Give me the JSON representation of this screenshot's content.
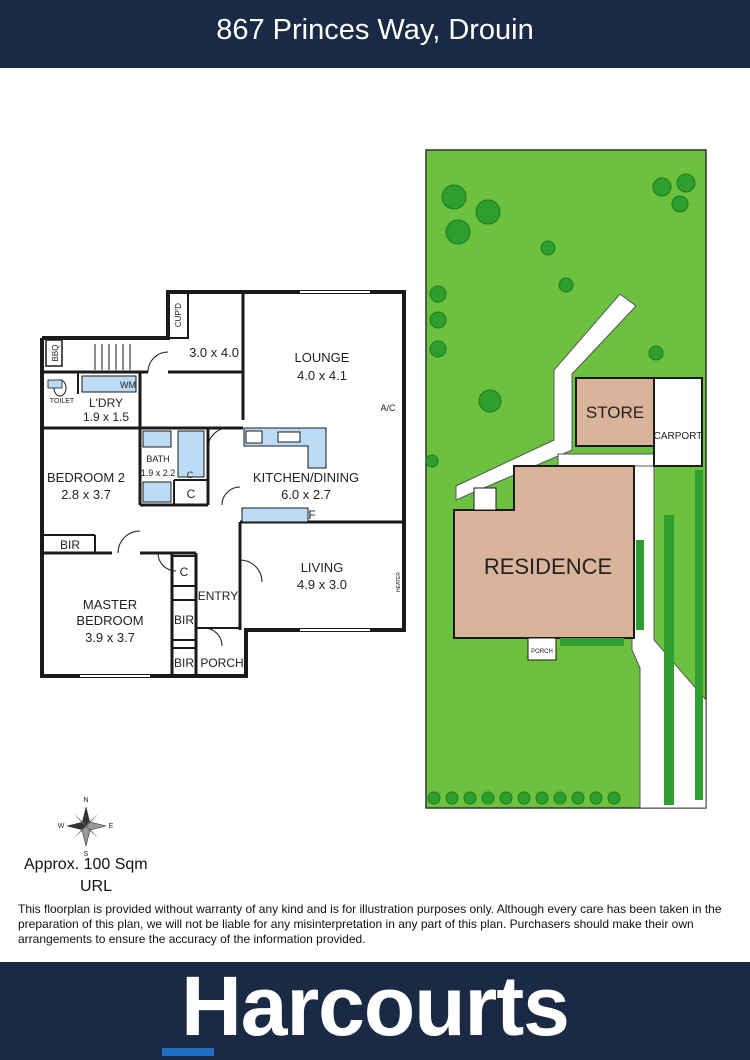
{
  "header": {
    "title": "867 Princes Way, Drouin"
  },
  "floorplan": {
    "rooms": {
      "lounge_name": "LOUNGE",
      "lounge_size": "4.0 x 4.1",
      "room_size": "3.0 x 4.0",
      "laundry_name": "L'DRY",
      "laundry_size": "1.9 x 1.5",
      "bath_name": "BATH",
      "bath_size": "1.9 x 2.2",
      "kitchen_name": "KITCHEN/DINING",
      "kitchen_size": "6.0 x 2.7",
      "bedroom2_name": "BEDROOM 2",
      "bedroom2_size": "2.8 x 3.7",
      "living_name": "LIVING",
      "living_size": "4.9 x 3.0",
      "master_name1": "MASTER",
      "master_name2": "BEDROOM",
      "master_size": "3.9 x 3.7",
      "entry": "ENTRY",
      "porch": "PORCH"
    },
    "fixtures": {
      "bbq": "BBQ",
      "cupd": "CUP'D",
      "toilet": "TOILET",
      "wm": "WM",
      "ac": "A/C",
      "c": "C",
      "f": "F",
      "bir": "BIR",
      "heater": "HEATER"
    }
  },
  "siteplan": {
    "store": "STORE",
    "carport": "CARPORT",
    "residence": "RESIDENCE",
    "porch": "PORCH"
  },
  "compass": {
    "n": "N",
    "s": "S",
    "e": "E",
    "w": "W"
  },
  "area": "Approx. 100 Sqm",
  "url": "URL",
  "disclaimer": "This floorplan is provided without warranty of any kind and is for illustration purposes only. Although every care has been taken in the preparation of this plan, we will not be liable for any misinterpretation in any part of this plan. Purchasers should make their own arrangements to ensure the accuracy of the information provided.",
  "footer": {
    "logo": "Harcourts"
  },
  "colors": {
    "navy": "#1a2a44",
    "lawn": "#6cc13f",
    "residence": "#d9b49a",
    "tree": "#2e9e2e",
    "water": "#bcdcf5",
    "brand_blue": "#1e6fc4"
  }
}
